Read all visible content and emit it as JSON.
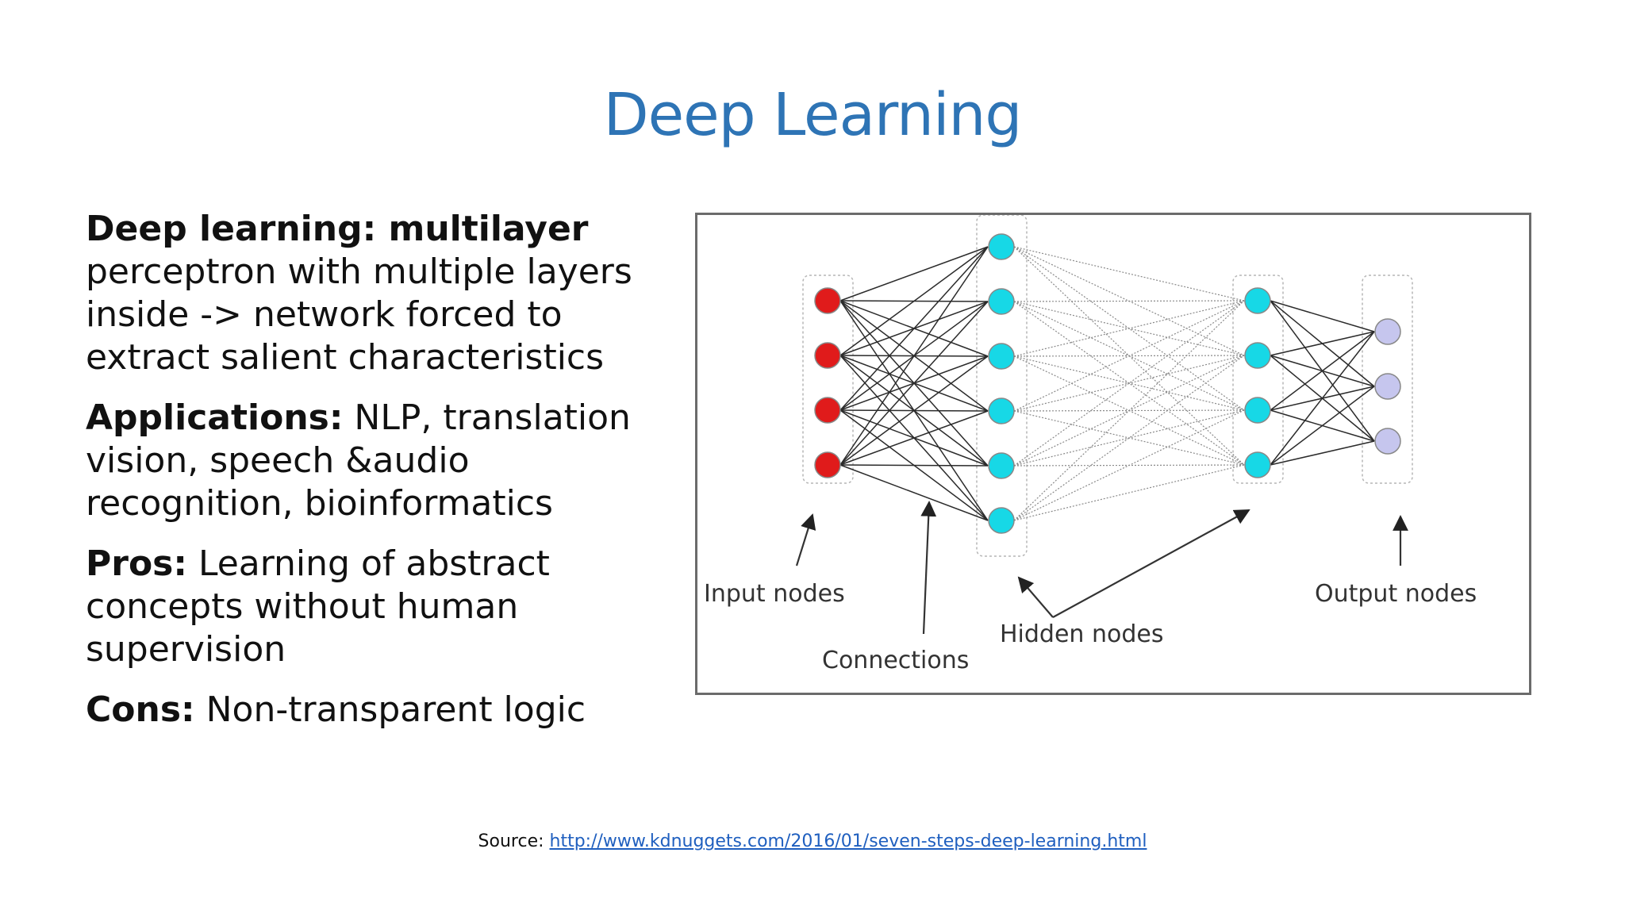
{
  "slide": {
    "title": "Deep Learning"
  },
  "bullets": [
    {
      "label": "Deep learning: multilayer",
      "text": " perceptron with multiple layers inside -> network forced to extract salient characteristics"
    },
    {
      "label": "Applications:",
      "text": " NLP, translation vision, speech &audio recognition, bioinformatics"
    },
    {
      "label": "Pros:",
      "text": " Learning of abstract concepts without human supervision"
    },
    {
      "label": "Cons:",
      "text": " Non-transparent logic"
    }
  ],
  "diagram": {
    "labels": {
      "input": "Input nodes",
      "connections": "Connections",
      "hidden": "Hidden nodes",
      "output": "Output nodes"
    },
    "layers": [
      {
        "name": "input",
        "nodes": 4,
        "color": "#e01b1b"
      },
      {
        "name": "hidden-1",
        "nodes": 6,
        "color": "#17d8e6"
      },
      {
        "name": "hidden-2",
        "nodes": 4,
        "color": "#17d8e6"
      },
      {
        "name": "output",
        "nodes": 3,
        "color": "#c6c6ee"
      }
    ]
  },
  "source": {
    "prefix": "Source: ",
    "link_text": "http://www.kdnuggets.com/2016/01/seven-steps-deep-learning.html"
  }
}
